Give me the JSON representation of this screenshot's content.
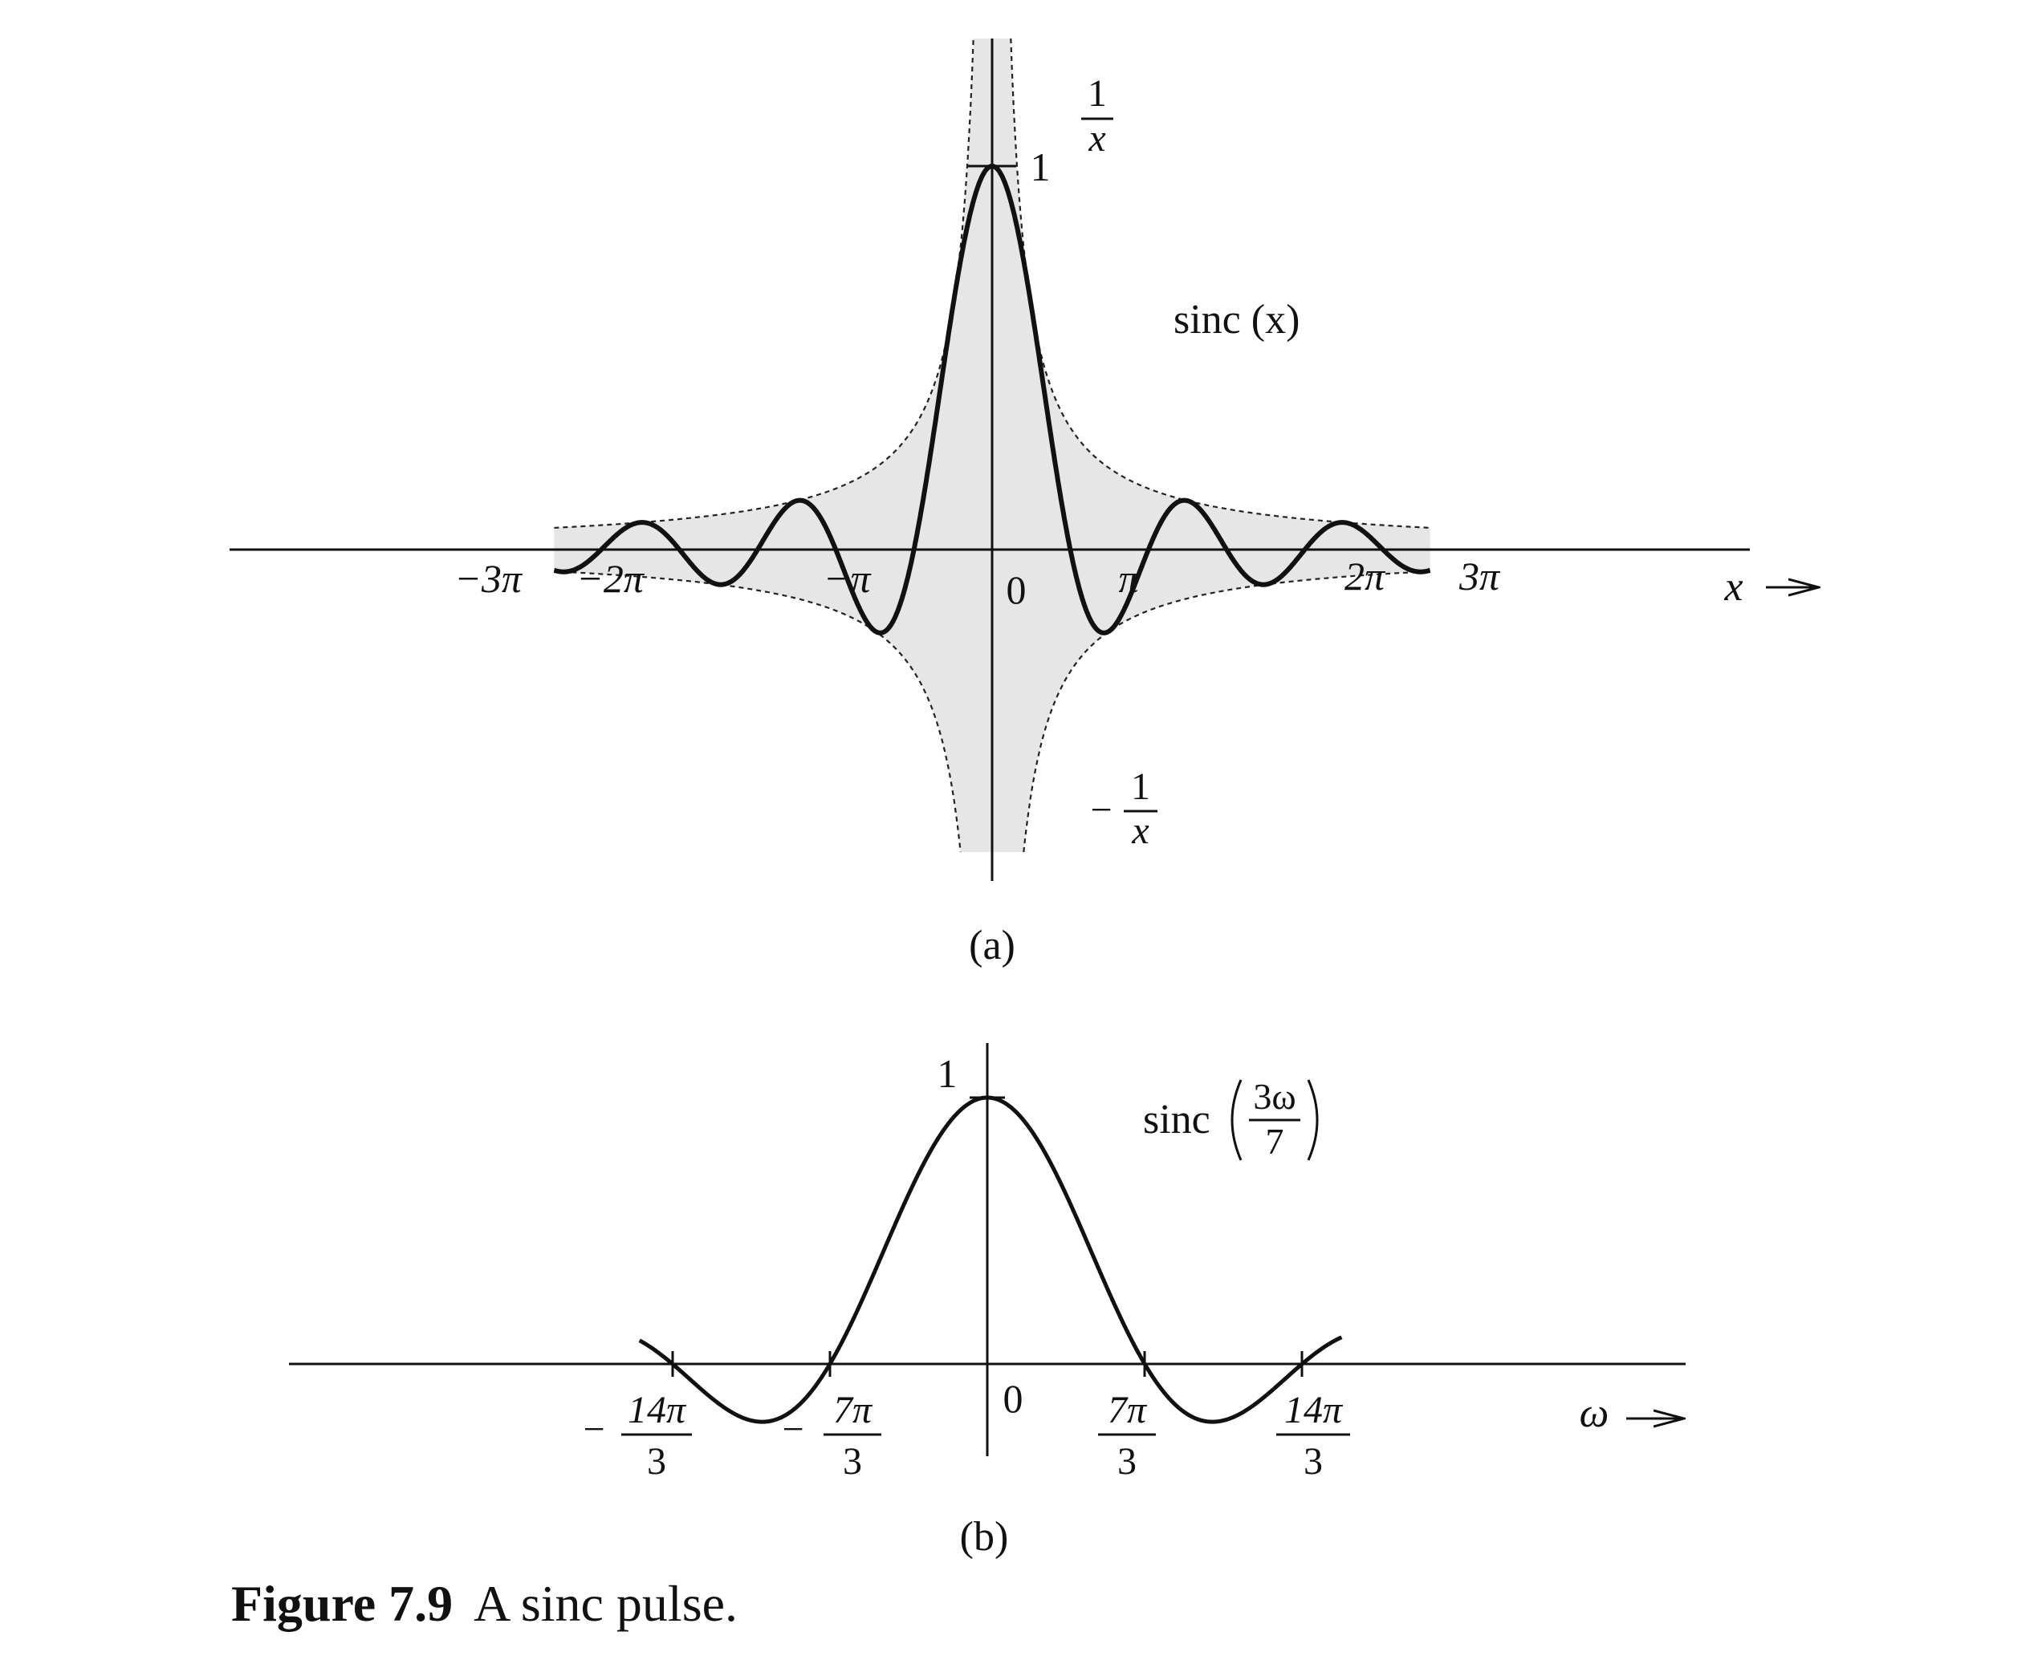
{
  "figure": {
    "caption_number": "Figure 7.9",
    "caption_text": "A sinc pulse."
  },
  "colors": {
    "curve": "#111111",
    "envelope": "#222222",
    "band_fill": "#e6e6e6",
    "axis": "#111111"
  },
  "chart_data": [
    {
      "type": "line",
      "panel_label": "(a)",
      "function": "sin(x)/x",
      "x_axis_label": "x",
      "x_range": [
        -17.6,
        17.6
      ],
      "y_range": [
        -0.27,
        1.0
      ],
      "x_ticks": [
        {
          "value": -9.4248,
          "label": "−3π"
        },
        {
          "value": -6.2832,
          "label": "−2π"
        },
        {
          "value": -3.1416,
          "label": "−π"
        },
        {
          "value": 0,
          "label": "0"
        },
        {
          "value": 3.1416,
          "label": "π"
        },
        {
          "value": 6.2832,
          "label": "2π"
        },
        {
          "value": 9.4248,
          "label": "3π"
        }
      ],
      "y_ticks": [
        {
          "value": 1,
          "label": "1"
        }
      ],
      "series": [
        {
          "name": "sinc (x)",
          "style": "solid"
        },
        {
          "name": "1/x",
          "style": "dashed",
          "label_num": "1",
          "label_den": "x"
        },
        {
          "name": "−1/x",
          "style": "dashed",
          "label_sign": "−",
          "label_num": "1",
          "label_den": "x"
        }
      ]
    },
    {
      "type": "line",
      "panel_label": "(b)",
      "function": "sin(3ω/7)/(3ω/7)",
      "x_axis_label": "ω",
      "x_range": [
        -16.2,
        16.5
      ],
      "y_range": [
        -0.22,
        1.0
      ],
      "x_ticks": [
        {
          "value": -14.661,
          "sign": "−",
          "num": "14π",
          "den": "3"
        },
        {
          "value": -7.3304,
          "sign": "−",
          "num": "7π",
          "den": "3"
        },
        {
          "value": 0,
          "label": "0"
        },
        {
          "value": 7.3304,
          "num": "7π",
          "den": "3"
        },
        {
          "value": 14.661,
          "num": "14π",
          "den": "3"
        }
      ],
      "y_ticks": [
        {
          "value": 1,
          "label": "1"
        }
      ],
      "series": [
        {
          "name": "sinc (3ω/7)",
          "label_prefix": "sinc",
          "label_num": "3ω",
          "label_den": "7",
          "style": "solid"
        }
      ]
    }
  ]
}
